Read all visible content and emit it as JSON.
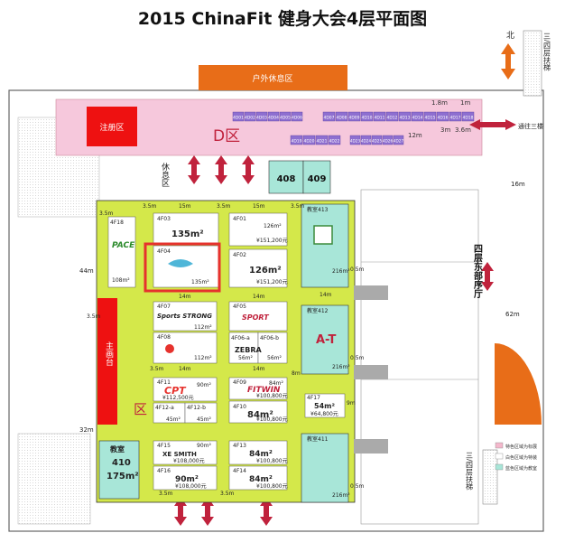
{
  "title": "2015 ChinaFit 健身大会4层平面图",
  "zones": {
    "outdoor_rest": "户外休息区",
    "registration": "注册区",
    "d_zone": "D区",
    "rest_area": "休息区",
    "main_stage": "主画台",
    "x_zone": "区",
    "east_hall": "四层东部序厅",
    "escalator_top": "三/四层扶梯",
    "escalator_bottom": "三/四层扶梯",
    "north": "北",
    "to_3f": "通往三楼"
  },
  "d_booths_row1": [
    "4D01",
    "4D02",
    "4D03",
    "4D04",
    "4D05",
    "4D06",
    "4D07",
    "4D08",
    "4D09",
    "4D10",
    "4D11",
    "4D12",
    "4D13",
    "4D14",
    "4D15",
    "4D16",
    "4D17",
    "4D18"
  ],
  "d_booths_row2": [
    "4D19",
    "4D20",
    "4D21",
    "4D22",
    "4D23",
    "4D24",
    "4D25",
    "4D26",
    "4D27"
  ],
  "rooms": [
    {
      "id": "408",
      "label": "408"
    },
    {
      "id": "409",
      "label": "409"
    }
  ],
  "booths": [
    {
      "id": "4F03",
      "area": "135m²"
    },
    {
      "id": "4F01",
      "area": "126m²",
      "price": "¥151,200元"
    },
    {
      "id": "4F04",
      "area": "135m²"
    },
    {
      "id": "4F02",
      "area": "126m²",
      "price": "¥151,200元"
    },
    {
      "id": "4F18",
      "area": "108m²"
    },
    {
      "id": "4F07",
      "area": "112m²"
    },
    {
      "id": "4F05",
      "area": ""
    },
    {
      "id": "4F08",
      "area": "112m²"
    },
    {
      "id": "4F06-a",
      "area": "56m²"
    },
    {
      "id": "4F06-b",
      "area": "56m²"
    },
    {
      "id": "4F11",
      "area": "90m²",
      "price": "¥112,500元"
    },
    {
      "id": "4F09",
      "area": "84m²",
      "price": "¥100,800元"
    },
    {
      "id": "4F12-a",
      "area": "45m²"
    },
    {
      "id": "4F12-b",
      "area": "45m²"
    },
    {
      "id": "4F10",
      "area": "84m²",
      "price": "¥100,800元"
    },
    {
      "id": "4F17",
      "area": "54m²",
      "price": "¥64,800元"
    },
    {
      "id": "4F15",
      "area": "90m²",
      "price": "¥108,000元"
    },
    {
      "id": "4F13",
      "area": "84m²",
      "price": "¥100,800元"
    },
    {
      "id": "4F16",
      "area": "90m²",
      "price": "¥108,000元"
    },
    {
      "id": "4F14",
      "area": "84m²",
      "price": "¥100,800元"
    }
  ],
  "classrooms": [
    {
      "id": "413",
      "label": "教室413",
      "area": "216m²"
    },
    {
      "id": "412",
      "label": "教室412",
      "area": "216m²"
    },
    {
      "id": "411",
      "label": "教室411",
      "area": "216m²"
    },
    {
      "id": "410",
      "label": "教室",
      "num": "410",
      "area": "175m²"
    }
  ],
  "brands": {
    "b4f18": "PACE",
    "b4f05": "SPORT",
    "b4f06": "ZEBRA",
    "b4f09": "FITWIN",
    "b4f11": "CPT",
    "b4f15": "XE SMITH",
    "b4f07": "Sports STRONG",
    "b412": "A-T"
  },
  "dims": {
    "d35": "3.5m",
    "d15": "15m",
    "d14": "14m",
    "d44": "44m",
    "d32": "32m",
    "d62": "62m",
    "d16": "16m",
    "d18": "1.8m",
    "d12": "12m",
    "d1": "1m",
    "d3": "3m",
    "d36": "3.6m",
    "d05": "0.5m",
    "d9": "9m",
    "d8": "8m",
    "d35b": "3.5m"
  },
  "legend": [
    {
      "label": "特色区域为标展",
      "color": "#f4b8cc"
    },
    {
      "label": "白色区域为特装",
      "color": "#ffffff"
    },
    {
      "label": "蓝色区域为教室",
      "color": "#a8e6d8"
    }
  ],
  "colors": {
    "yellow": "#d4e84a",
    "pink": "#f6c8dc",
    "purple": "#8e6fd0",
    "orange": "#e86d18",
    "red": "#ee1111",
    "teal": "#a8e6d8",
    "crimson": "#c0223c"
  }
}
